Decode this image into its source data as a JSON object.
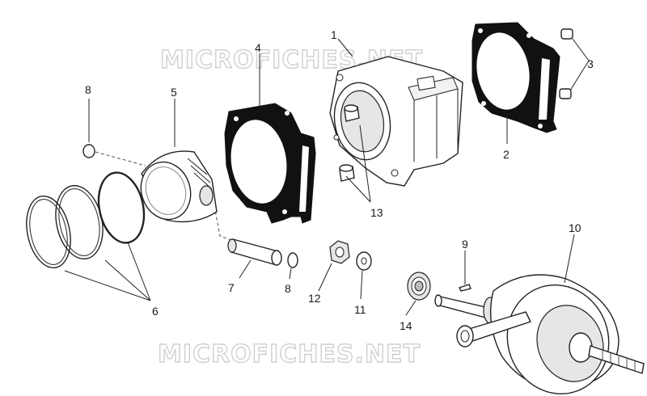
{
  "watermarks": [
    "MICROFICHES.NET",
    "MICROFICHES.NET"
  ],
  "callouts": {
    "c1": "1",
    "c2": "2",
    "c3": "3",
    "c4": "4",
    "c5": "5",
    "c6": "6",
    "c7": "7",
    "c8a": "8",
    "c8b": "8",
    "c9": "9",
    "c10": "10",
    "c11": "11",
    "c12": "12",
    "c13": "13",
    "c14": "14"
  }
}
